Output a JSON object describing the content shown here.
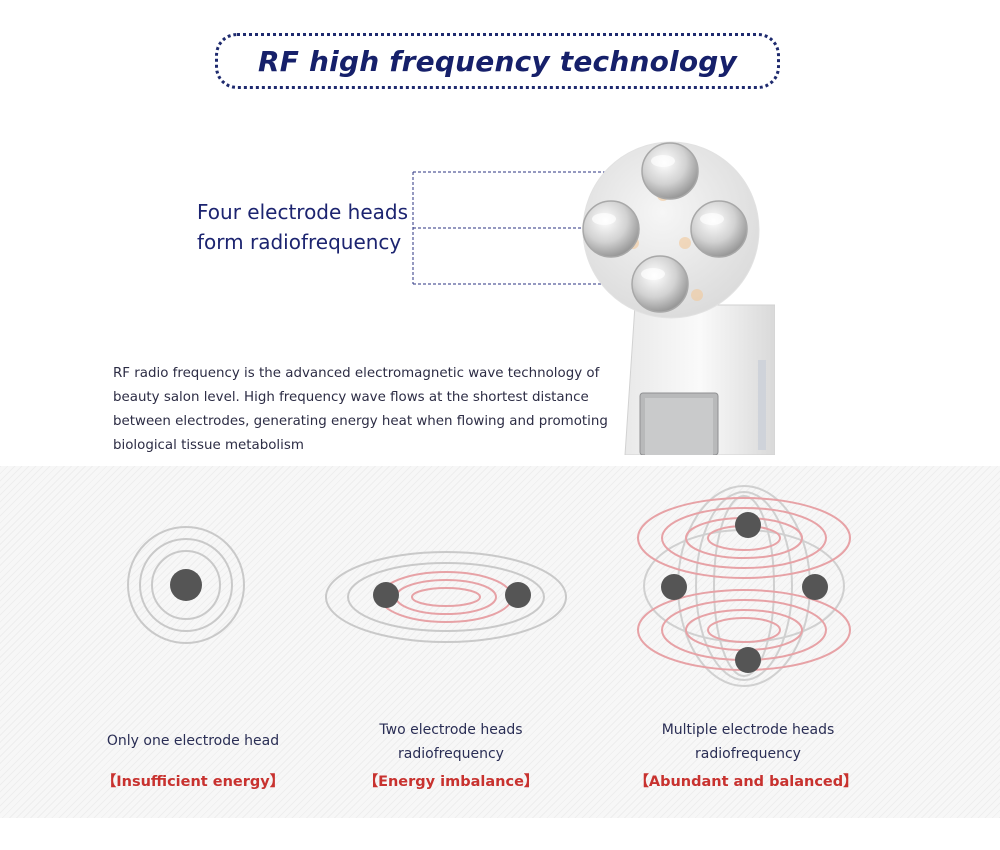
{
  "header": {
    "title": "RF high frequency technology"
  },
  "callout": {
    "line1": "Four electrode heads",
    "line2": "form radiofrequency"
  },
  "description": {
    "lines": [
      "RF radio frequency is the advanced electromagnetic wave technology of",
      "beauty salon level. High frequency wave flows at the shortest distance",
      "between electrodes, generating energy heat when flowing and promoting",
      "biological tissue metabolism"
    ]
  },
  "comparison": [
    {
      "caption_lines": [
        "Only one electrode head"
      ],
      "tag": "【Insufficient energy】"
    },
    {
      "caption_lines": [
        "Two electrode heads",
        "radiofrequency"
      ],
      "tag": "【Energy imbalance】"
    },
    {
      "caption_lines": [
        "Multiple electrode heads",
        "radiofrequency"
      ],
      "tag": "【Abundant and balanced】"
    }
  ],
  "colors": {
    "title_navy": "#16206a",
    "tag_red": "#c8322f",
    "ring_gray": "#c9c9c9",
    "ring_red": "#e7a2a6",
    "electrode_dark": "#555555"
  }
}
